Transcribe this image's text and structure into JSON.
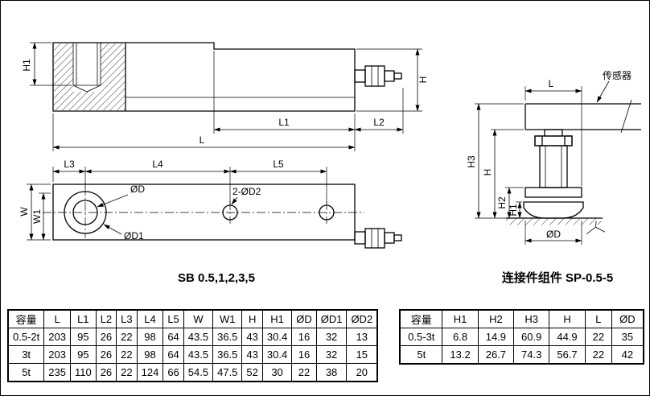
{
  "captions": {
    "left_model": "SB 0.5,1,2,3,5",
    "right_model": "连接件组件 SP-0.5-5"
  },
  "side_view": {
    "dims": {
      "h1": "H1",
      "h": "H",
      "l1": "L1",
      "l2": "L2",
      "l": "L"
    }
  },
  "top_view": {
    "dims": {
      "l3": "L3",
      "l4": "L4",
      "l5": "L5",
      "w": "W",
      "w1": "W1",
      "od": "ØD",
      "od1": "ØD1",
      "od2": "2-ØD2"
    }
  },
  "assembly_view": {
    "sensor_label": "传感器",
    "dims": {
      "l": "L",
      "h3": "H3",
      "h": "H",
      "h2": "H2",
      "h1": "H1",
      "od": "ØD"
    }
  },
  "table_left": {
    "headers": [
      "容量",
      "L",
      "L1",
      "L2",
      "L3",
      "L4",
      "L5",
      "W",
      "W1",
      "H",
      "H1",
      "ØD",
      "ØD1",
      "ØD2"
    ],
    "rows": [
      [
        "0.5-2t",
        "203",
        "95",
        "26",
        "22",
        "98",
        "64",
        "43.5",
        "36.5",
        "43",
        "30.4",
        "16",
        "32",
        "13"
      ],
      [
        "3t",
        "203",
        "95",
        "26",
        "22",
        "98",
        "64",
        "43.5",
        "36.5",
        "43",
        "30.4",
        "16",
        "32",
        "15"
      ],
      [
        "5t",
        "235",
        "110",
        "26",
        "22",
        "124",
        "66",
        "54.5",
        "47.5",
        "52",
        "30",
        "22",
        "38",
        "20"
      ]
    ]
  },
  "table_right": {
    "headers": [
      "容量",
      "H1",
      "H2",
      "H3",
      "H",
      "L",
      "ØD"
    ],
    "rows": [
      [
        "0.5-3t",
        "6.8",
        "14.9",
        "60.9",
        "44.9",
        "22",
        "35"
      ],
      [
        "5t",
        "13.2",
        "26.7",
        "74.3",
        "56.7",
        "22",
        "42"
      ]
    ]
  }
}
